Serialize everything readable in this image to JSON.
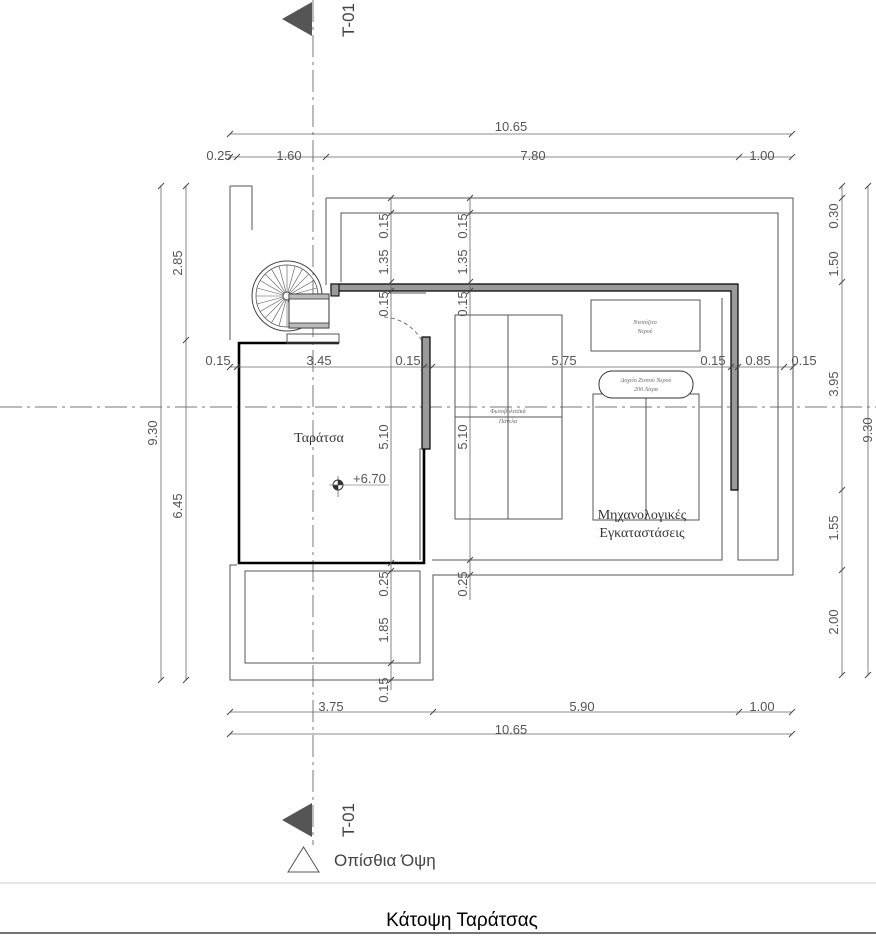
{
  "drawing": {
    "title": "Κάτοψη Ταράτσας",
    "section_marker": "T-01",
    "view_label": "Οπίσθια Όψη"
  },
  "rooms": {
    "terrace": "Ταράτσα",
    "level": "+6.70",
    "mechanical_line1": "Μηχανολογικές",
    "mechanical_line2": "Εγκαταστάσεις"
  },
  "equipment": {
    "water_tank_line1": "Ντεπόζιτο",
    "water_tank_line2": "Νερού",
    "hot_water_line1": "Δοχείο Ζεστού Νερού",
    "hot_water_line2": "200 Λίτρα",
    "pv_line1": "Φωτοβολταϊκά",
    "pv_line2": "Πάνελα"
  },
  "dimensions": {
    "top_total": "10.65",
    "top_a": "0.25",
    "top_b": "1.60",
    "top_c": "7.80",
    "top_d": "1.00",
    "bottom_a": "3.75",
    "bottom_b": "5.90",
    "bottom_c": "1.00",
    "bottom_total": "10.65",
    "left_total": "9.30",
    "left_a": "2.85",
    "left_b": "6.45",
    "right_total": "9.30",
    "right_a": "0.30",
    "right_b": "1.50",
    "right_c": "3.95",
    "right_d": "1.55",
    "right_e": "2.00",
    "row_a": "0.15",
    "row_b": "3.45",
    "row_c": "0.15",
    "row_d": "5.75",
    "row_e": "0.15",
    "row_f": "0.85",
    "row_g": "0.15",
    "col1_a": "0.15",
    "col1_b": "1.35",
    "col1_c": "0.15",
    "col1_d": "5.10",
    "col1_e": "0.25",
    "col1_f": "1.85",
    "col1_g": "0.15",
    "col2_a": "0.15",
    "col2_b": "1.35",
    "col2_c": "0.15",
    "col2_d": "5.10",
    "col2_e": "0.25"
  }
}
